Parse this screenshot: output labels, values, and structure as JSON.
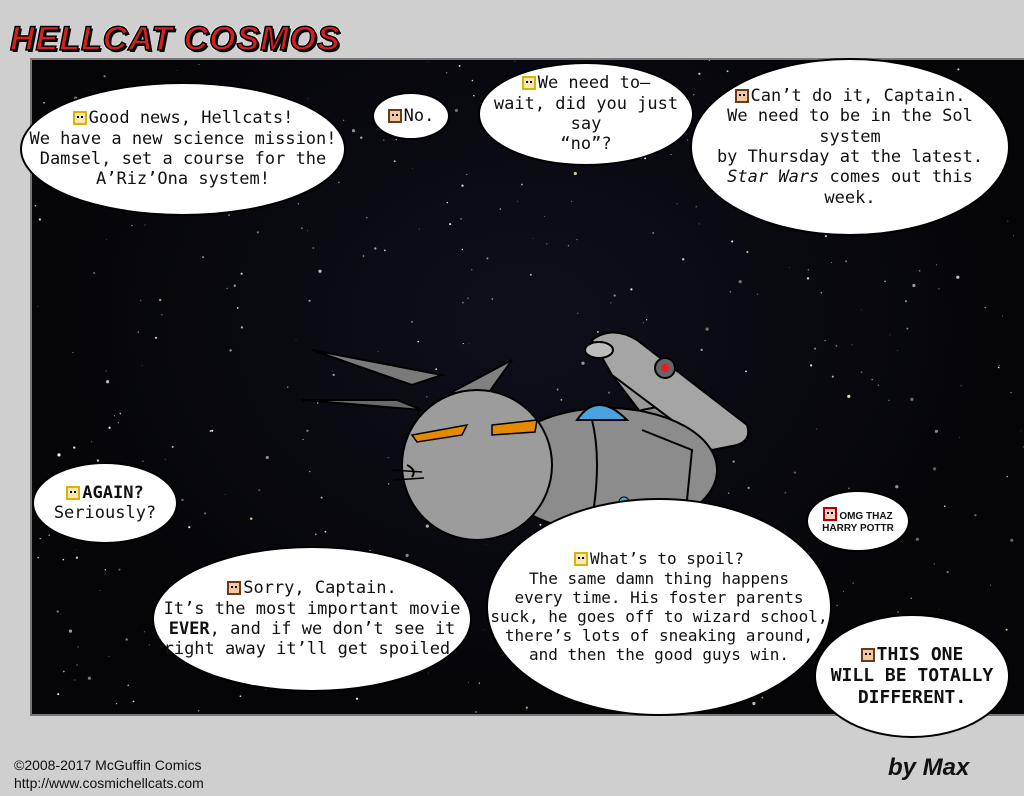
{
  "comic": {
    "title": "HELLCAT COSMOS",
    "copyright": "©2008-2017 McGuffin Comics",
    "url": "http://www.cosmichellcats.com",
    "byline": "by Max"
  },
  "bubbles": [
    {
      "speaker_icon": "blonde-face-icon",
      "lines": [
        "Good news, Hellcats!",
        "We have a new science mission!",
        "Damsel, set a course for the",
        "A’Riz’Ona system!"
      ]
    },
    {
      "speaker_icon": "brown-face-icon",
      "lines": [
        "No."
      ]
    },
    {
      "speaker_icon": "blonde-face-icon",
      "lines": [
        "We need to—",
        "wait, did you just say",
        "“no”?"
      ]
    },
    {
      "speaker_icon": "brown-face-icon",
      "lines": [
        "Can’t do it, Captain.",
        "We need to be in the Sol system",
        "by Thursday at the latest.",
        "Star Wars",
        " comes out this",
        "week."
      ]
    },
    {
      "speaker_icon": "blonde-face-icon",
      "lines": [
        "AGAIN?",
        "Seriously?"
      ]
    },
    {
      "speaker_icon": "brown-face-icon",
      "lines": [
        "Sorry, Captain.",
        "It’s the most important movie",
        "EVER",
        ", and if we don’t see it",
        "right away it’ll get spoiled."
      ]
    },
    {
      "speaker_icon": "blonde-face-icon",
      "lines": [
        "What’s to spoil?",
        "The same damn thing happens",
        "every time. His foster parents",
        "suck, he goes off to wizard school,",
        "there’s lots of sneaking around,",
        "and then the good guys win."
      ]
    },
    {
      "speaker_icon": "red-face-icon",
      "lines": [
        "OMG THAZ",
        "HARRY POTTR"
      ]
    },
    {
      "speaker_icon": "brown-face-icon",
      "lines": [
        "THIS ONE",
        "WILL BE TOTALLY",
        "DIFFERENT."
      ]
    }
  ],
  "colors": {
    "title_red": "#d32020",
    "ship_gray": "#8c8c8c",
    "ship_blue": "#4aa3e0",
    "ship_orange": "#e58a00"
  }
}
